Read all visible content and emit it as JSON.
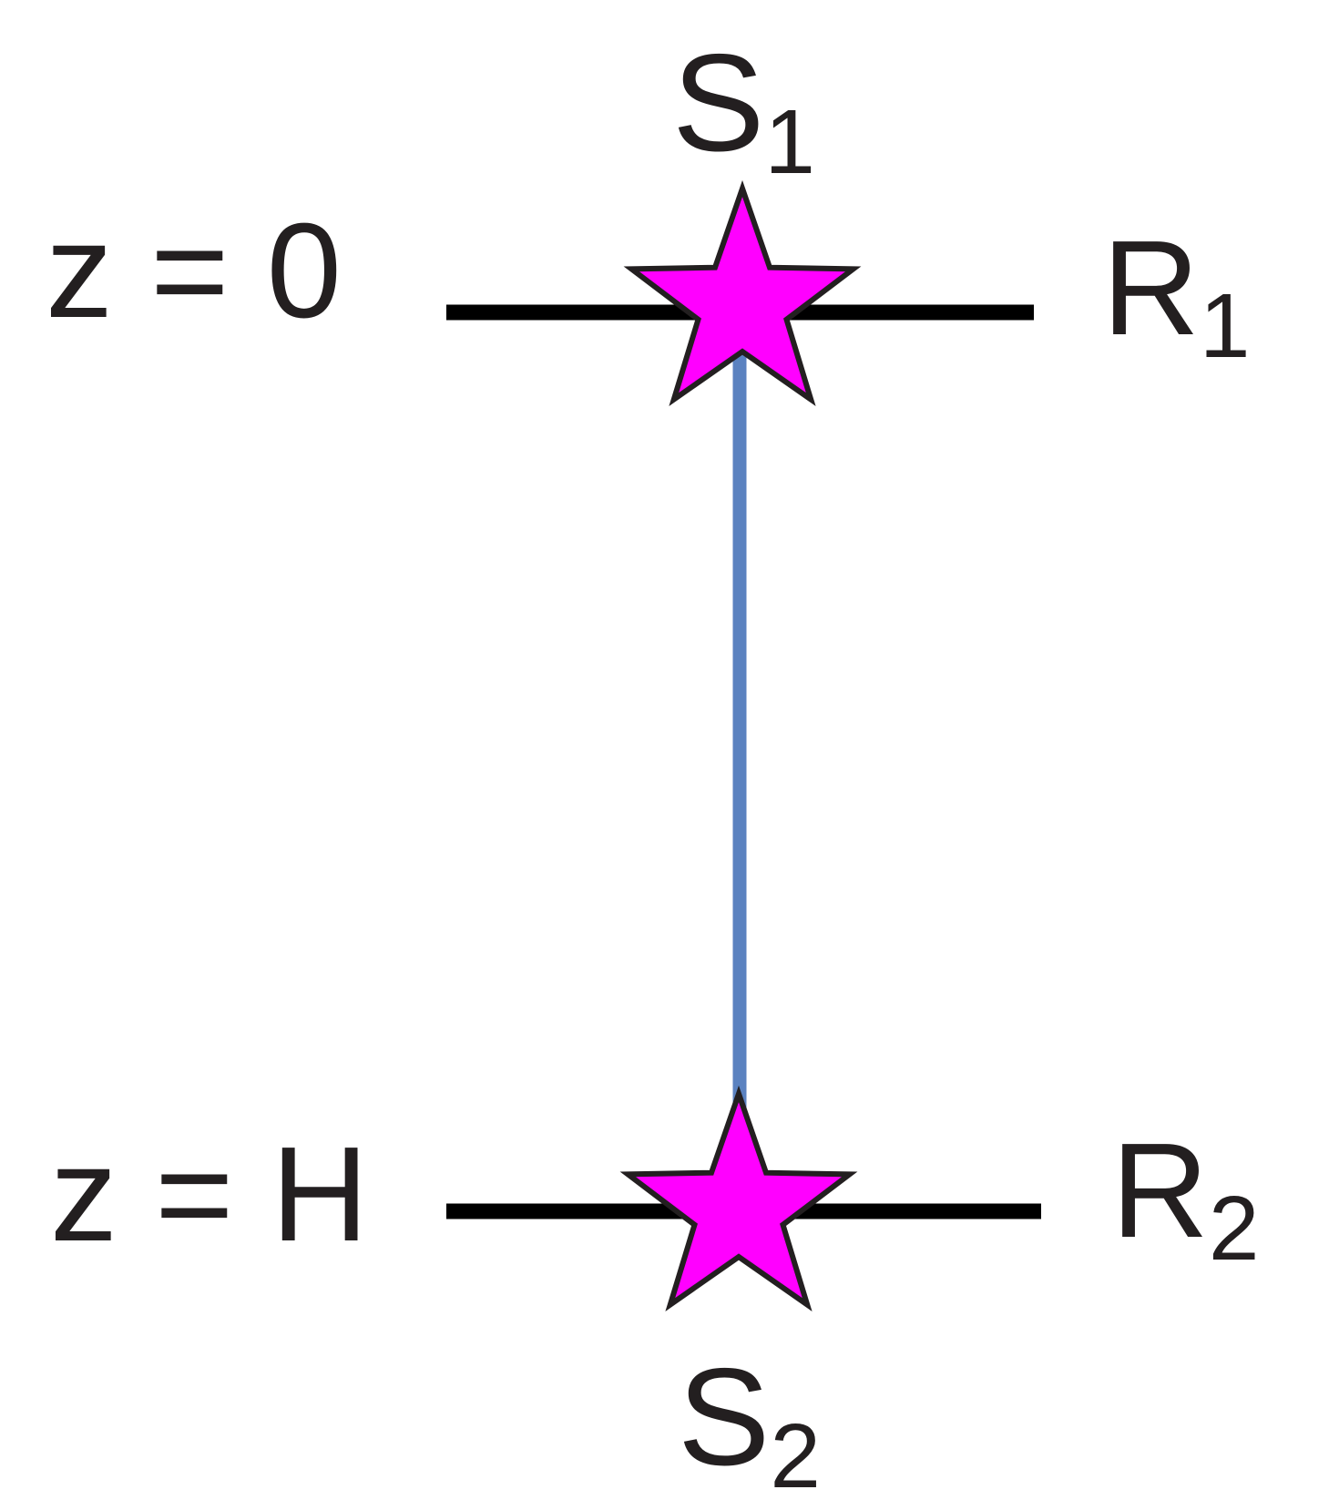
{
  "diagram": {
    "top_level": {
      "z_label": "z = 0",
      "source": {
        "letter": "S",
        "subscript": "1"
      },
      "receiver": {
        "letter": "R",
        "subscript": "1"
      }
    },
    "bottom_level": {
      "z_label": "z = H",
      "source": {
        "letter": "S",
        "subscript": "2"
      },
      "receiver": {
        "letter": "R",
        "subscript": "2"
      }
    }
  },
  "colors": {
    "boundary_line": "#000000",
    "connector": "#5b82c0",
    "star_fill": "#ff00ff",
    "star_stroke": "#231f20",
    "text": "#231f20"
  },
  "icons": {
    "source_marker": "star-icon"
  }
}
